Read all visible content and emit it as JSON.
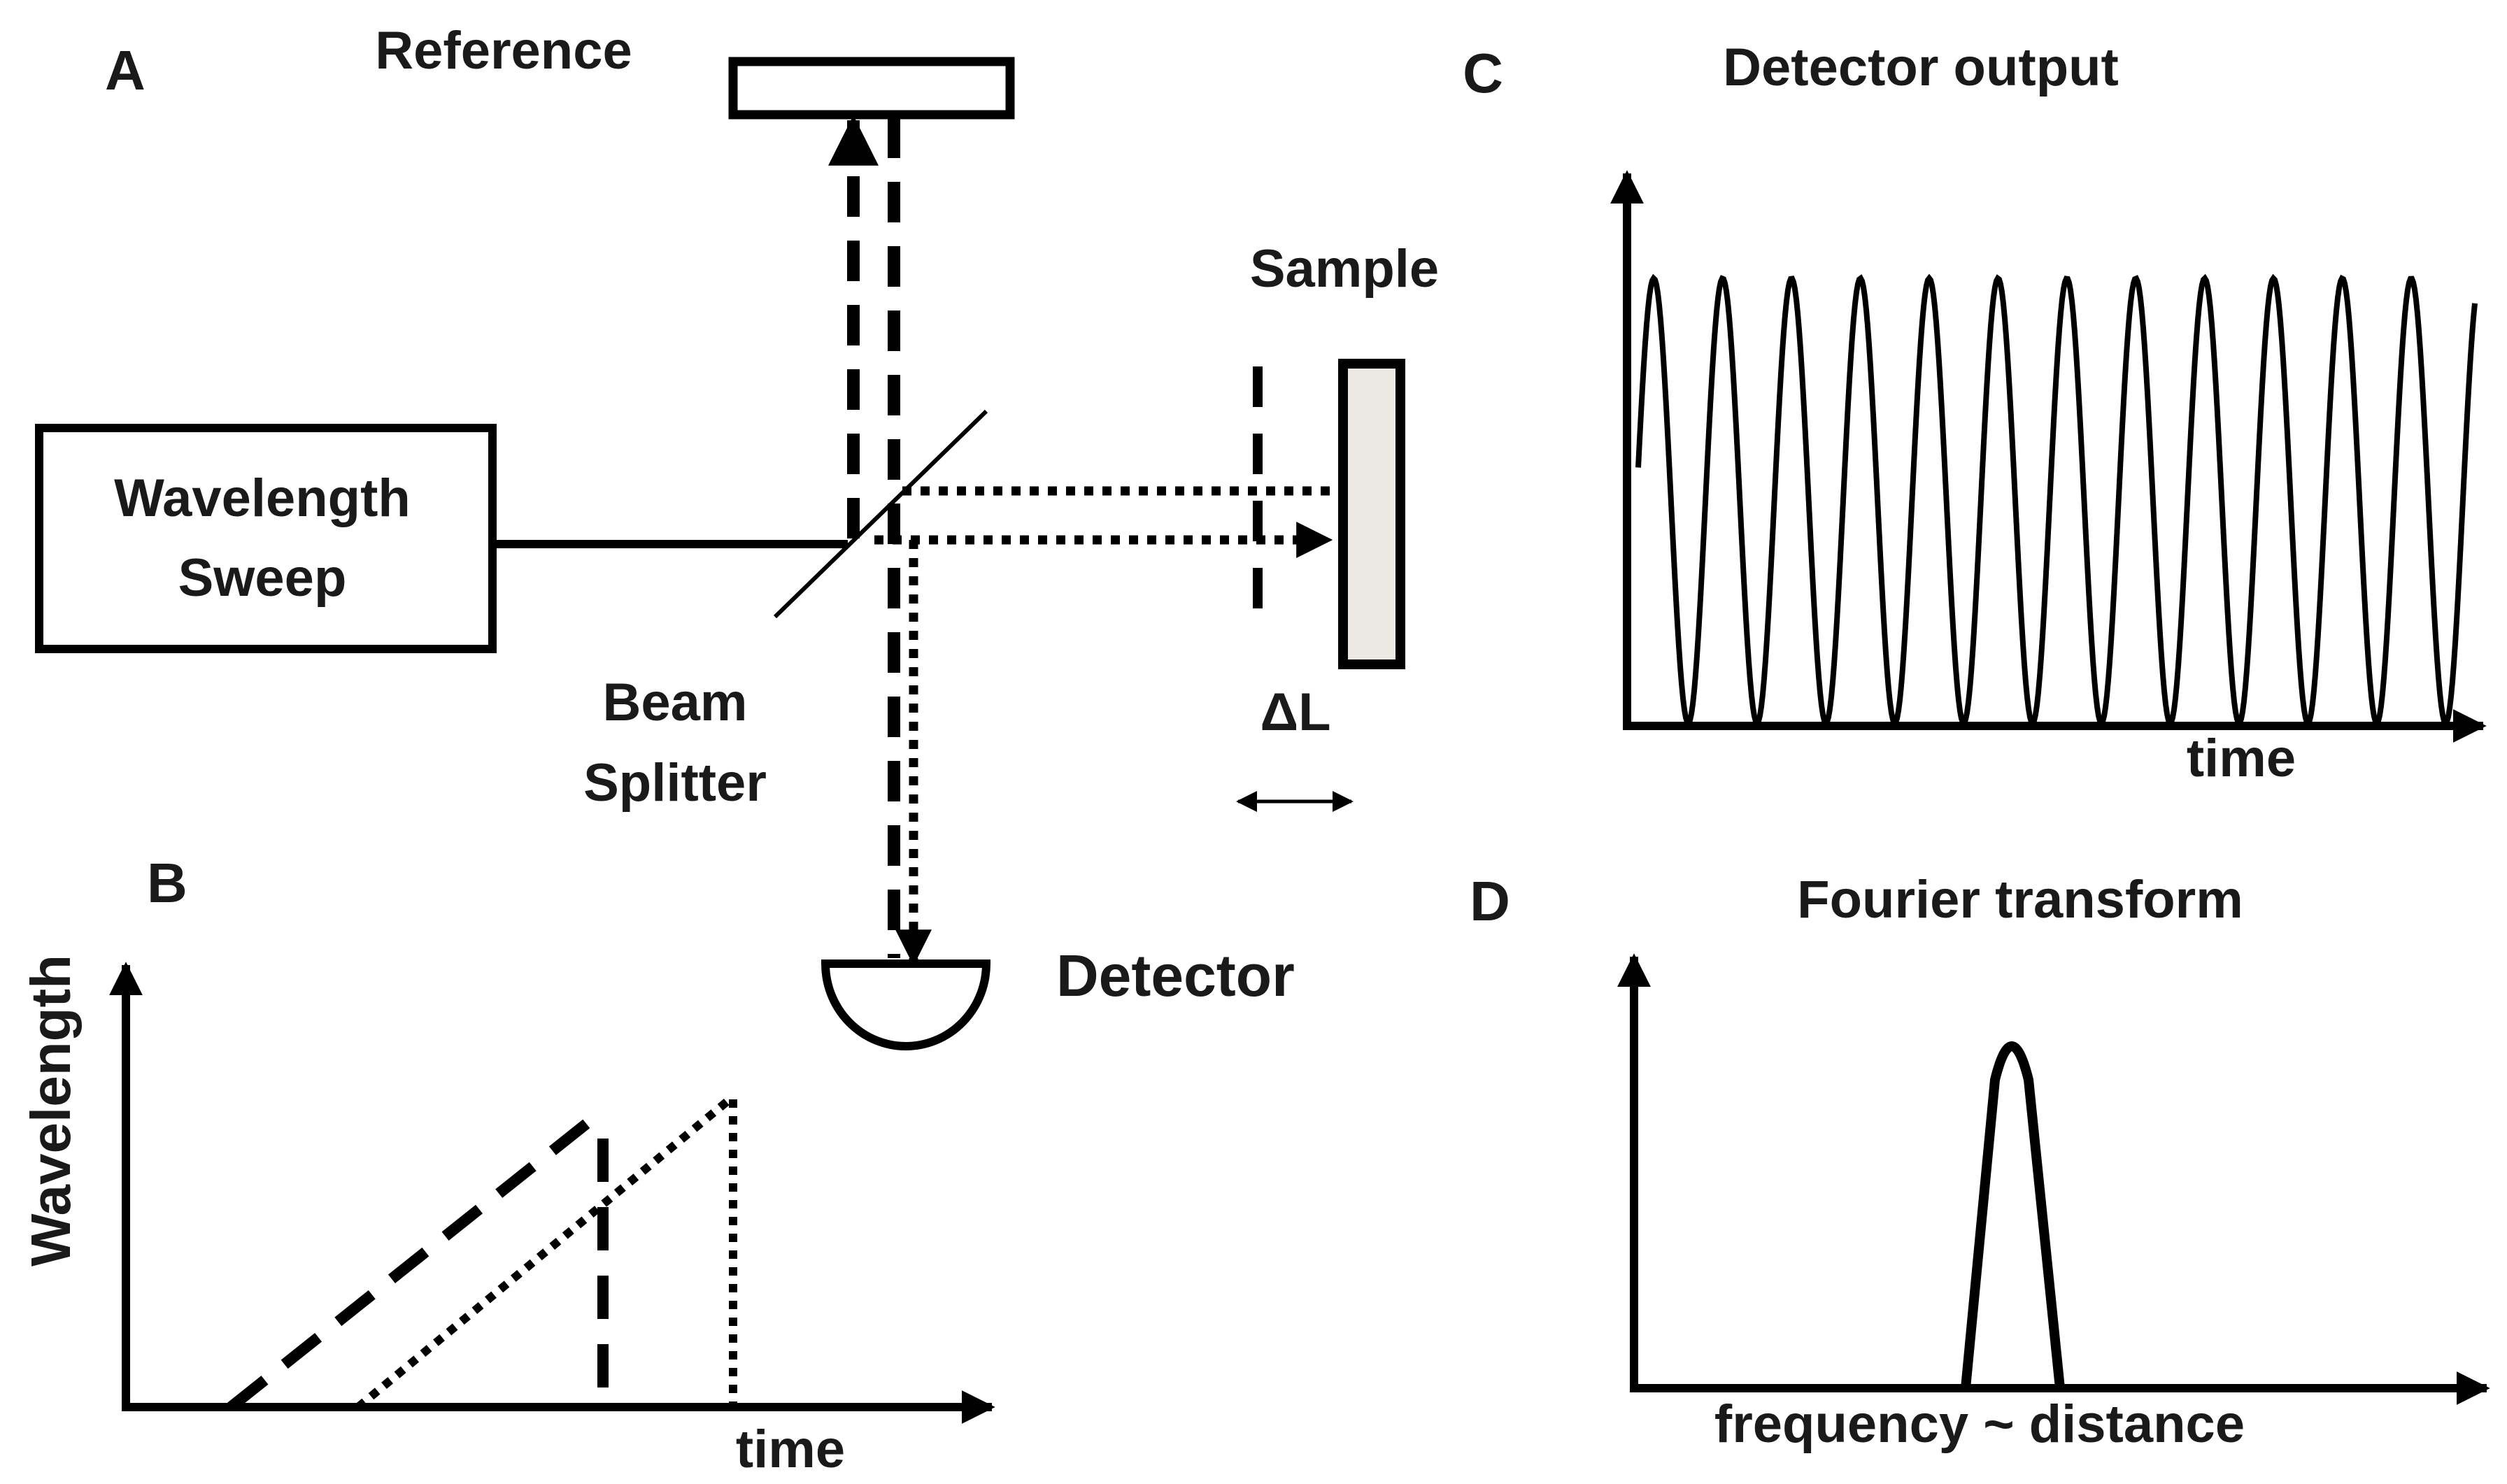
{
  "panels": {
    "a": {
      "letter": "A",
      "reference_label": "Reference",
      "sample_label": "Sample",
      "sweep_label_line1": "Wavelength",
      "sweep_label_line2": "Sweep",
      "beam_splitter_line1": "Beam",
      "beam_splitter_line2": "Splitter",
      "delta_label": "ΔL",
      "detector_label": "Detector"
    },
    "b": {
      "letter": "B",
      "ylabel": "Wavelength",
      "xlabel": "time"
    },
    "c": {
      "letter": "C",
      "title": "Detector output",
      "xlabel": "time",
      "cycles_shown": 12
    },
    "d": {
      "letter": "D",
      "title": "Fourier transform",
      "xlabel": "frequency ~ distance"
    }
  },
  "colors": {
    "ink": "#000000",
    "text": "#1a1a1a",
    "sample_fill": "#ece9e2"
  }
}
